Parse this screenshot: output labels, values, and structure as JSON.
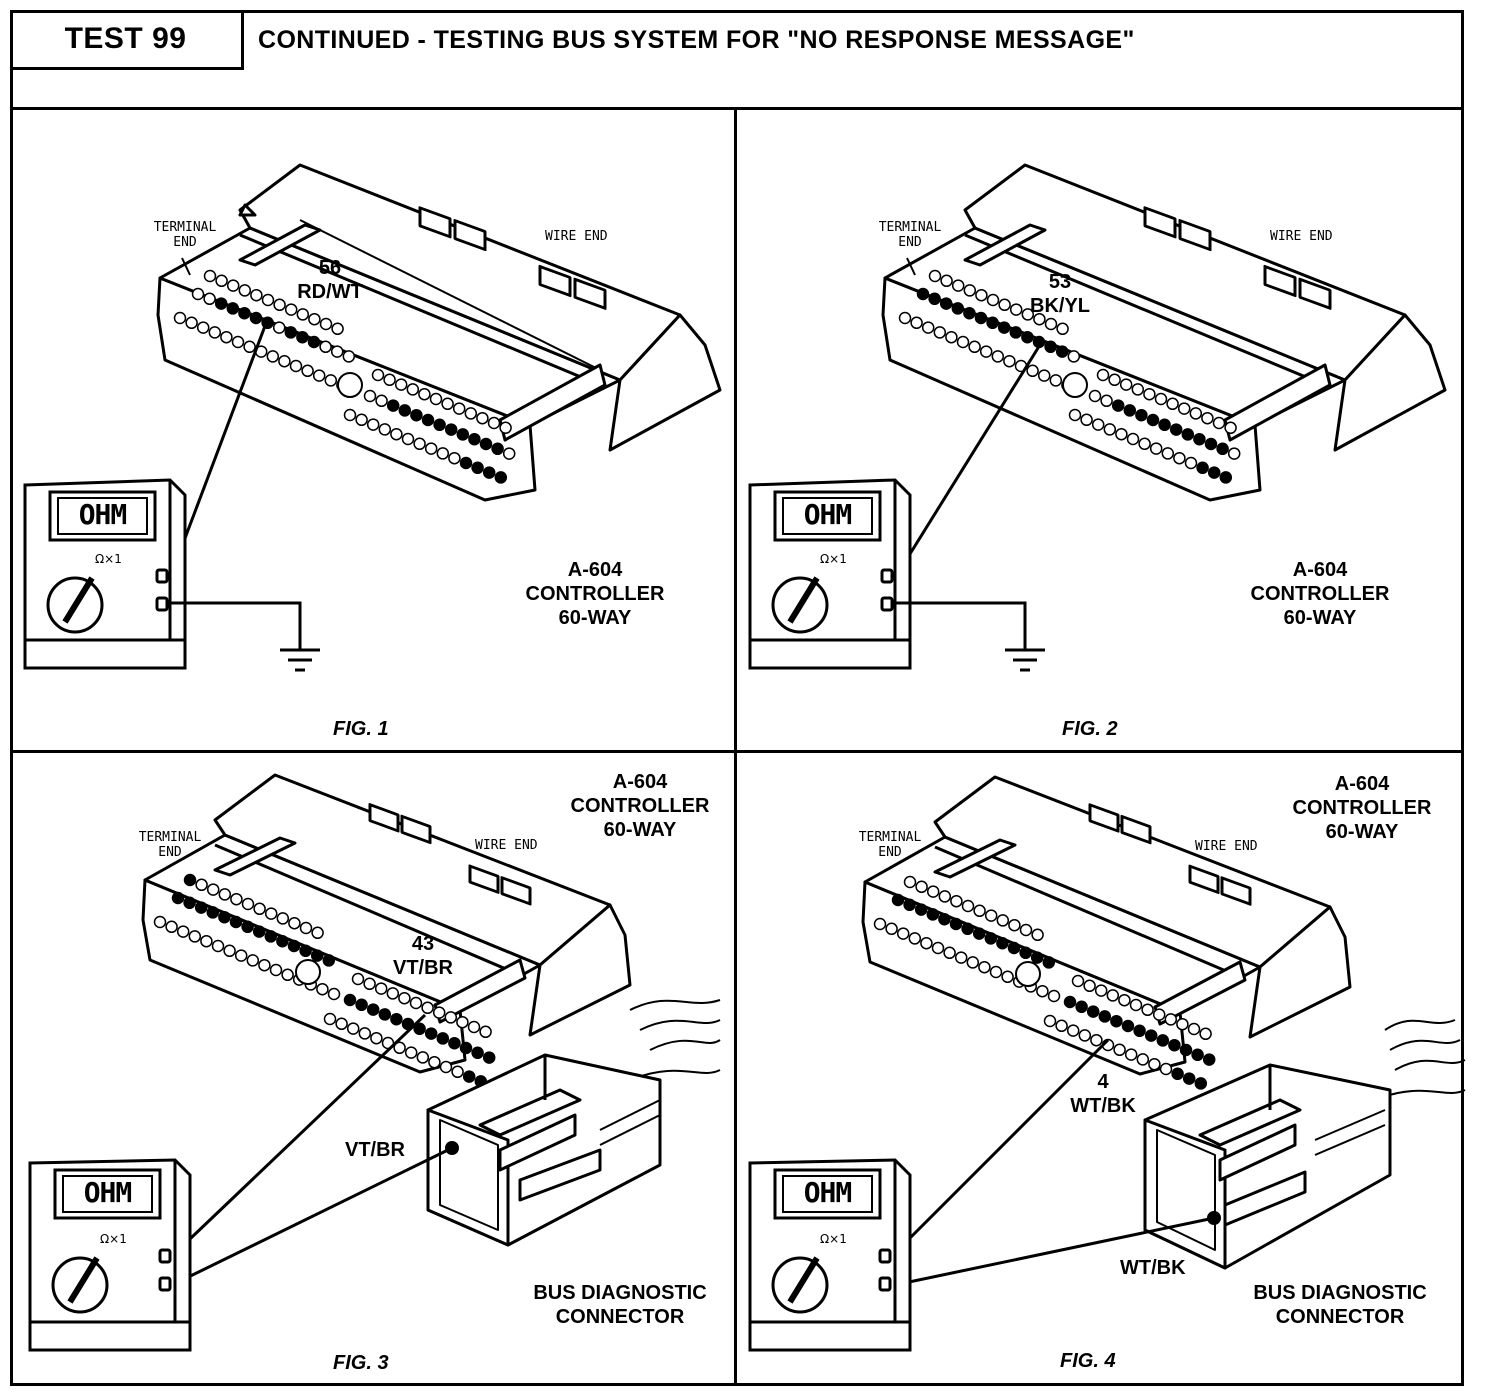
{
  "header": {
    "test_number": "TEST 99",
    "title": "CONTINUED - TESTING BUS SYSTEM FOR \"NO RESPONSE MESSAGE\""
  },
  "common": {
    "terminal_end": "TERMINAL\nEND",
    "wire_end": "WIRE END",
    "meter_display": "OHM",
    "meter_range": "Ω×1",
    "controller_label": "A-604\nCONTROLLER\n60-WAY",
    "bus_connector_label": "BUS DIAGNOSTIC\nCONNECTOR"
  },
  "figures": [
    {
      "caption": "FIG. 1",
      "pin_label": "56\nRD/WT"
    },
    {
      "caption": "FIG. 2",
      "pin_label": "53\nBK/YL"
    },
    {
      "caption": "FIG. 3",
      "pin_label": "43\nVT/BR",
      "connector_wire": "VT/BR"
    },
    {
      "caption": "FIG. 4",
      "pin_label": "4\nWT/BK",
      "connector_wire": "WT/BK"
    }
  ],
  "icons": [
    "ground-symbol-icon",
    "multimeter-icon",
    "connector-icon",
    "bus-connector-icon"
  ]
}
